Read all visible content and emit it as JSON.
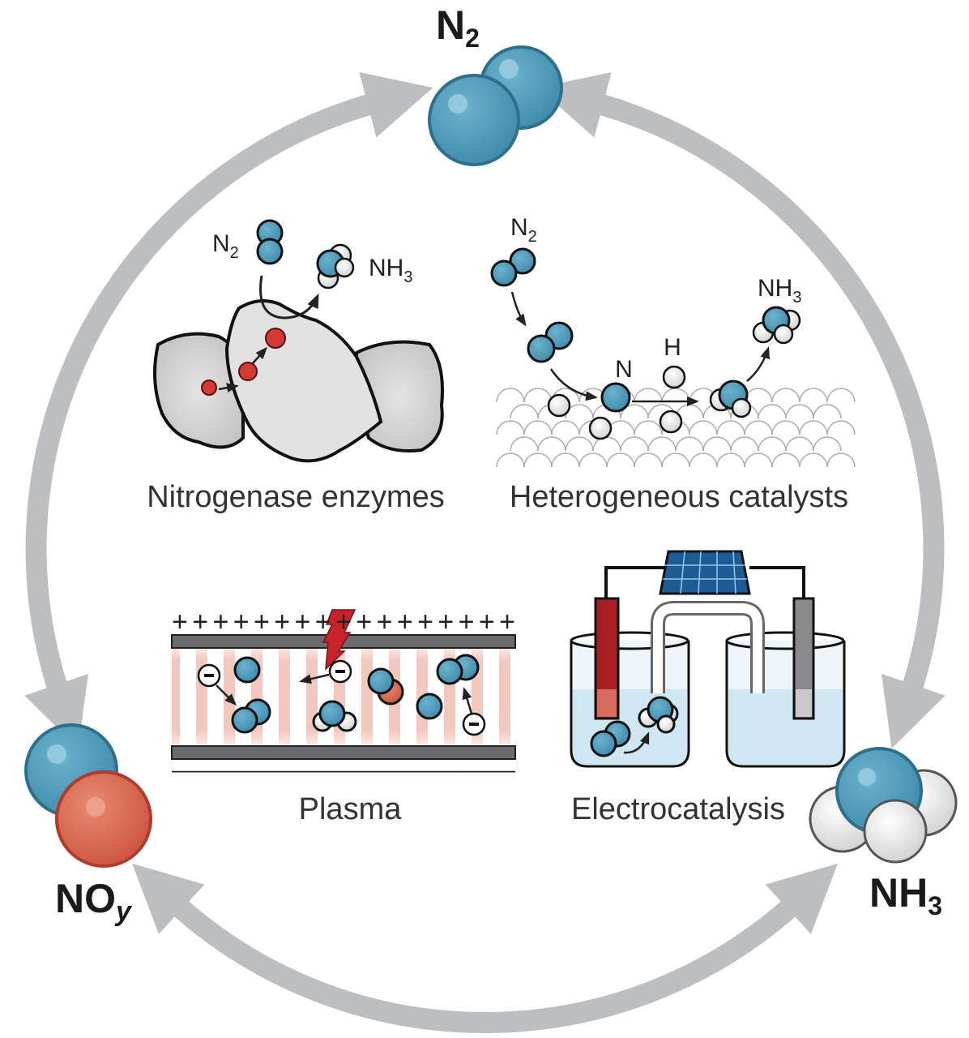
{
  "species": {
    "n2": {
      "base": "N",
      "sub": "2"
    },
    "noy": {
      "base": "NO",
      "sub": "y"
    },
    "nh3": {
      "base": "NH",
      "sub": "3"
    }
  },
  "panels": {
    "nitrogenase": {
      "caption": "Nitrogenase enzymes",
      "reactant": {
        "base": "N",
        "sub": "2"
      },
      "product": {
        "base": "NH",
        "sub": "3"
      }
    },
    "heterogeneous": {
      "caption": "Heterogeneous catalysts",
      "reactant": {
        "base": "N",
        "sub": "2"
      },
      "product": {
        "base": "NH",
        "sub": "3"
      },
      "atom_n": "N",
      "atom_h": "H"
    },
    "plasma": {
      "caption": "Plasma",
      "positive_charges": "+ + + + + + + + + + + + + + + + +",
      "negative_charges": "— — — — — — — — — — — — — — — — —"
    },
    "electrocatalysis": {
      "caption": "Electrocatalysis"
    }
  },
  "colors": {
    "nitrogen": "#4a9aba",
    "oxygen": "#d9684f",
    "hydrogen": "#eeeeee",
    "cycle_arrow": "#bdbec0",
    "cofactor": "#d23a33",
    "lightning": "#c8232a"
  }
}
